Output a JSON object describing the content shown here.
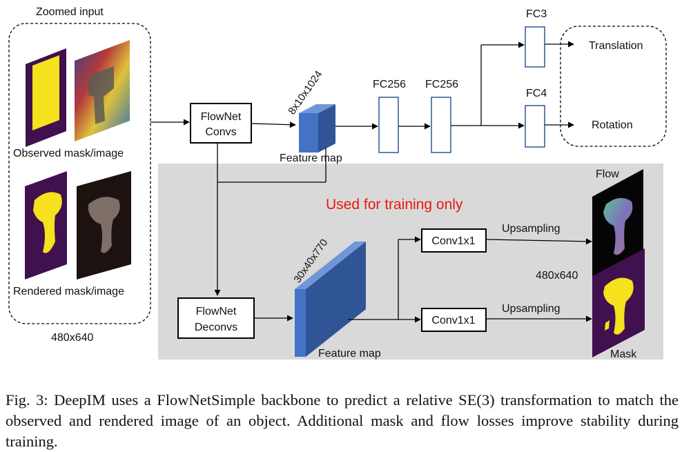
{
  "diagram": {
    "input": {
      "title": "Zoomed input",
      "observed_label": "Observed mask/image",
      "rendered_label": "Rendered mask/image",
      "size_label": "480x640"
    },
    "flownet_convs": {
      "line1": "FlowNet",
      "line2": "Convs"
    },
    "flownet_deconvs": {
      "line1": "FlowNet",
      "line2": "Deconvs"
    },
    "feature_map_top": {
      "dims": "8x10x1024",
      "label": "Feature map"
    },
    "feature_map_bottom": {
      "dims": "30x40x770",
      "label": "Feature map"
    },
    "fc_layers": {
      "fc256_a": "FC256",
      "fc256_b": "FC256",
      "fc3": "FC3",
      "fc4": "FC4"
    },
    "outputs": {
      "translation": "Translation",
      "rotation": "Rotation"
    },
    "training_panel": {
      "banner": "Used for training only",
      "banner_color": "#e8170c",
      "conv_top": "Conv1x1",
      "conv_bottom": "Conv1x1",
      "upsampling_top": "Upsampling",
      "upsampling_bottom": "Upsampling",
      "flow_label": "Flow",
      "mask_label": "Mask",
      "size_label": "480x640"
    },
    "colors": {
      "feature_map_blue": "#4472c4",
      "fc_border": "#2f5597",
      "mask_purple": "#40104f",
      "mask_yellow": "#f5e11d",
      "panel_gray": "#d9d9d9"
    }
  },
  "caption": {
    "text": "Fig. 3: DeepIM uses a FlowNetSimple backbone to predict a relative SE(3) transformation to match the observed and rendered image of an object. Additional mask and flow losses improve stability during training."
  }
}
